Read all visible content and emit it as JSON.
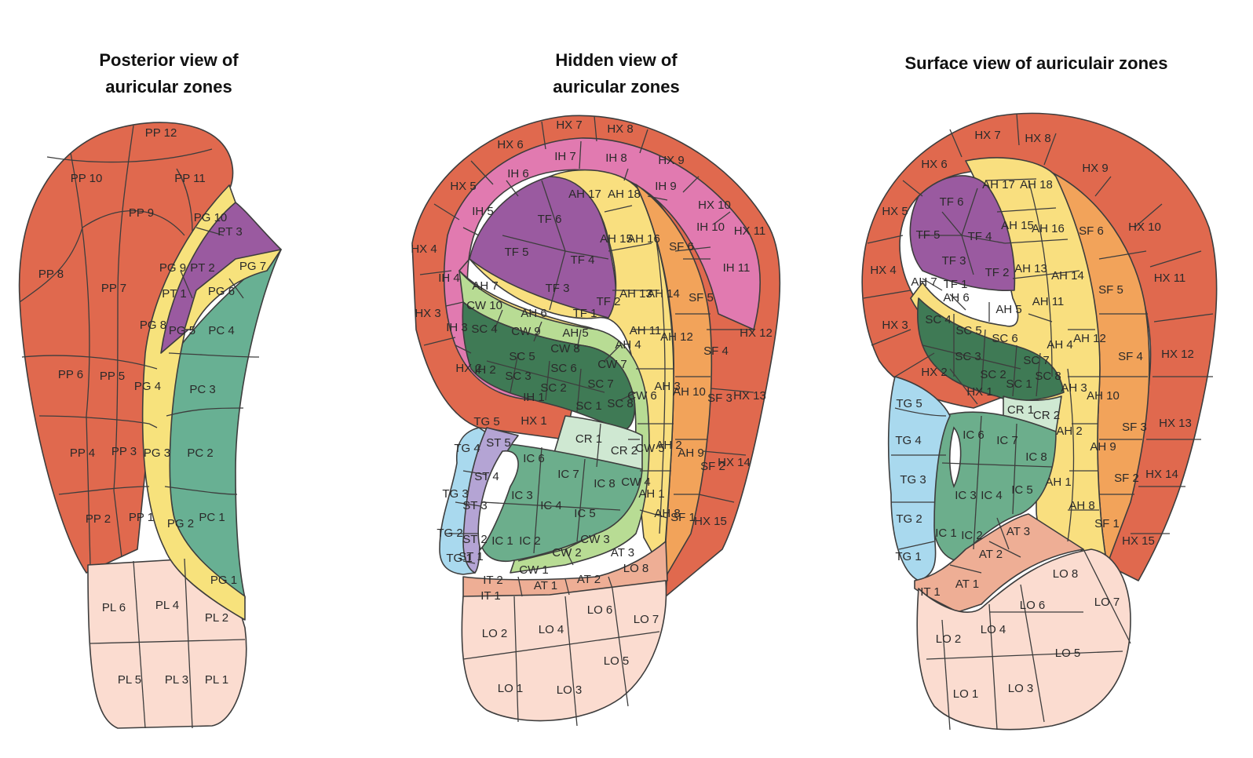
{
  "titles": {
    "posterior": "Posterior view of\nauricular zones",
    "hidden": "Hidden view of\nauricular zones",
    "surface": "Surface view of auriculair zones"
  },
  "colors": {
    "helix": "#e0694e",
    "lobe": "#fbdcd0",
    "antihelix": "#f9df7f",
    "scaphoid": "#f2a35a",
    "triangular": "#9a5aa0",
    "concha_cymba": "#3f7a55",
    "concha_cavum": "#6cae8c",
    "concha_ridge": "#cfe8d2",
    "concha_wall": "#b8dc94",
    "tragus": "#a9d9ee",
    "subtragus": "#b4a4d4",
    "antitragus": "#eeae95",
    "intertragic": "#f7c795",
    "inner_helix": "#e17ab0",
    "posterior_concha": "#68b093",
    "posterior_groove": "#f7e27c",
    "posterior_triangle": "#9a5aa0",
    "posterior_periphery": "#e0694e",
    "posterior_lobe": "#fbdcd0",
    "outline": "#3d3d3d"
  },
  "posterior_labels": [
    "PP 12",
    "PP 10",
    "PP 11",
    "PP 9",
    "PP 8",
    "PP 7",
    "PP 6",
    "PP 5",
    "PP 4",
    "PP 3",
    "PP 2",
    "PP 1",
    "PG 10",
    "PT 3",
    "PG 9",
    "PT 2",
    "PG 7",
    "PG 6",
    "PT 1",
    "PG 8",
    "PG 5",
    "PC 4",
    "PG 4",
    "PC 3",
    "PG 3",
    "PC 2",
    "PG 2",
    "PC 1",
    "PG 1",
    "PL 6",
    "PL 4",
    "PL 2",
    "PL 5",
    "PL 3",
    "PL 1"
  ],
  "hidden_labels": [
    "HX 7",
    "HX 8",
    "HX 6",
    "HX 9",
    "HX 5",
    "HX 10",
    "HX 11",
    "HX 4",
    "HX 3",
    "HX 2",
    "HX 12",
    "HX 13",
    "HX 14",
    "HX 15",
    "HX 1",
    "IH 7",
    "IH 8",
    "IH 6",
    "IH 9",
    "IH 5",
    "IH 10",
    "IH 4",
    "IH 11",
    "IH 3",
    "IH 2",
    "IH 1",
    "TF 6",
    "TF 5",
    "TF 4",
    "TF 3",
    "TF 2",
    "TF 1",
    "AH 17",
    "AH 18",
    "AH 15",
    "AH 16",
    "AH 13",
    "AH 14",
    "AH 7",
    "AH 6",
    "AH 5",
    "AH 11",
    "AH 4",
    "AH 12",
    "AH 3",
    "AH 10",
    "AH 2",
    "AH 9",
    "AH 1",
    "AH 8",
    "SF 6",
    "SF 5",
    "SF 4",
    "SF 3",
    "SF 2",
    "SF 1",
    "CW 10",
    "CW 9",
    "CW 8",
    "CW 7",
    "CW 6",
    "CW 5",
    "CW 4",
    "CW 3",
    "CW 2",
    "CW 1",
    "SC 4",
    "SC 5",
    "SC 6",
    "SC 3",
    "SC 2",
    "SC 7",
    "SC 8",
    "SC 1",
    "CR 1",
    "CR 2",
    "IC 6",
    "IC 7",
    "IC 8",
    "IC 3",
    "IC 4",
    "IC 5",
    "IC 1",
    "IC 2",
    "TG 5",
    "TG 4",
    "TG 3",
    "TG 2",
    "TG 1",
    "ST 5",
    "ST 4",
    "ST 3",
    "ST 2",
    "ST 1",
    "IT 2",
    "IT 1",
    "AT 1",
    "AT 2",
    "AT 3",
    "LO 8",
    "LO 6",
    "LO 7",
    "LO 2",
    "LO 4",
    "LO 5",
    "LO 1",
    "LO 3"
  ],
  "surface_labels": [
    "HX 7",
    "HX 8",
    "HX 6",
    "HX 9",
    "HX 5",
    "HX 10",
    "HX 4",
    "HX 11",
    "HX 3",
    "HX 2",
    "HX 1",
    "HX 12",
    "HX 13",
    "HX 14",
    "HX 15",
    "TF 6",
    "TF 5",
    "TF 4",
    "TF 3",
    "TF 2",
    "TF 1",
    "AH 17",
    "AH 18",
    "AH 15",
    "AH 16",
    "AH 13",
    "AH 14",
    "AH 7",
    "AH 6",
    "AH 5",
    "AH 11",
    "AH 4",
    "AH 12",
    "AH 3",
    "AH 10",
    "AH 2",
    "AH 9",
    "AH 1",
    "AH 8",
    "SF 6",
    "SF 5",
    "SF 4",
    "SF 3",
    "SF 2",
    "SF 1",
    "SC 4",
    "SC 5",
    "SC 6",
    "SC 3",
    "SC 2",
    "SC 1",
    "SC 7",
    "SC 8",
    "CR 1",
    "CR 2",
    "IC 6",
    "IC 7",
    "IC 8",
    "IC 3",
    "IC 4",
    "IC 5",
    "IC 1",
    "IC 2",
    "TG 5",
    "TG 4",
    "TG 3",
    "TG 2",
    "TG 1",
    "IT 1",
    "AT 1",
    "AT 2",
    "AT 3",
    "LO 8",
    "LO 7",
    "LO 6",
    "LO 4",
    "LO 5",
    "LO 2",
    "LO 1",
    "LO 3"
  ]
}
